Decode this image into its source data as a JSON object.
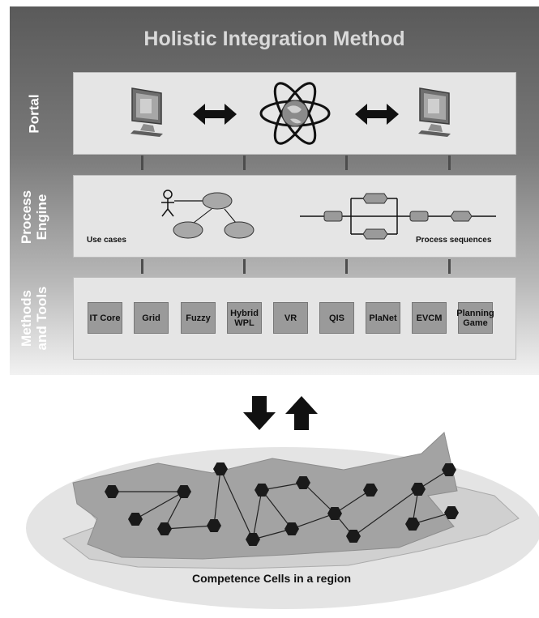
{
  "title": "Holistic Integration Method",
  "layers": {
    "portal": {
      "label_lines": [
        "Portal"
      ]
    },
    "process_engine": {
      "label_lines": [
        "Process",
        "Engine"
      ],
      "use_cases_label": "Use cases",
      "process_sequences_label": "Process sequences"
    },
    "methods_tools": {
      "label_lines": [
        "Methods",
        "and Tools"
      ],
      "tools": [
        "IT Core",
        "Grid",
        "Fuzzy",
        "Hybrid WPL",
        "VR",
        "QIS",
        "PlaNet",
        "EVCM",
        "Planning Game"
      ]
    }
  },
  "region_label": "Competence Cells in a region",
  "colors": {
    "panel_dark": "#5a5a5a",
    "layer_bg": "#e5e5e5",
    "tool_bg": "#9a9a9a",
    "node": "#1a1a1a"
  },
  "icons": [
    "monitor-icon",
    "double-arrow-icon",
    "globe-atom-icon",
    "actor-icon",
    "arrow-down-icon",
    "arrow-up-icon"
  ]
}
